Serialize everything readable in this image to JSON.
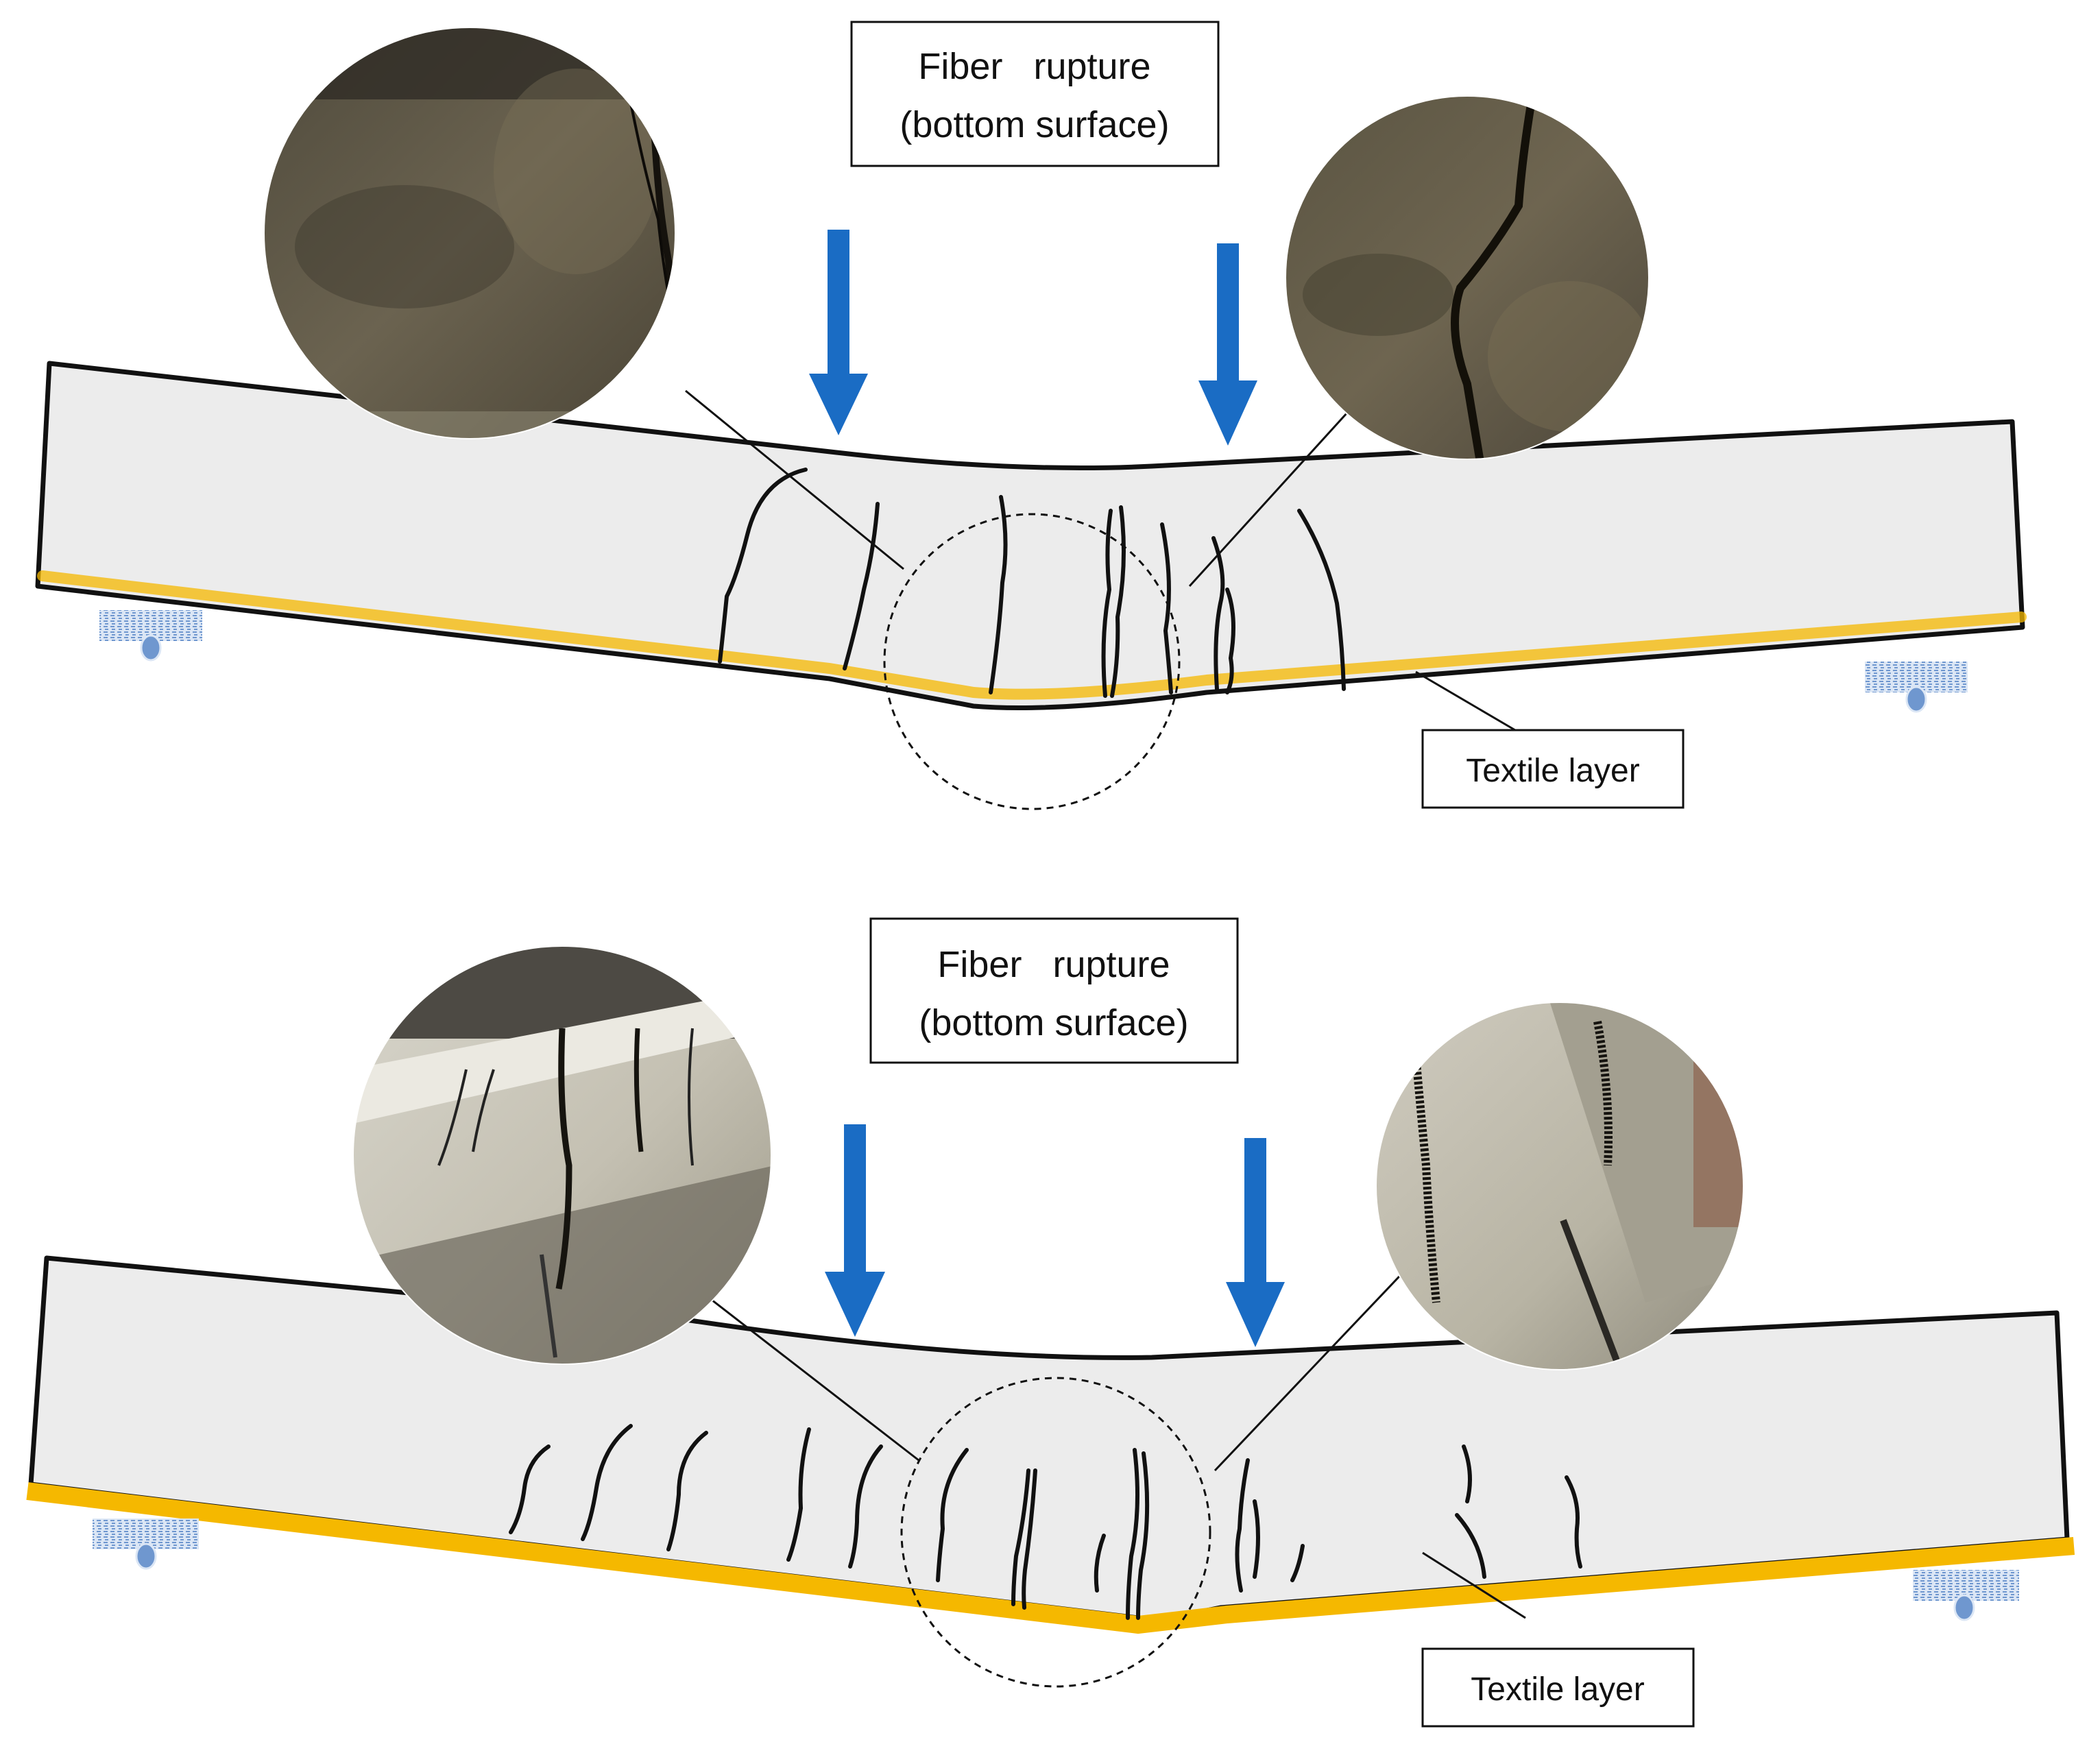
{
  "figure": {
    "panels": [
      {
        "title_line1": "Fiber   rupture",
        "title_line2": "(bottom surface)",
        "textile_label": "Textile layer"
      },
      {
        "title_line1": "Fiber   rupture",
        "title_line2": "(bottom surface)",
        "textile_label": "Textile layer"
      }
    ]
  },
  "colors": {
    "beam_fill": "#ececec",
    "beam_outline": "#111111",
    "textile": "#f5b800",
    "load_arrow": "#1a6cc4",
    "crack": "#111111",
    "support": "#6f97cf"
  },
  "icons": {
    "load": "down-arrow-icon",
    "support": "roller-support-icon",
    "photo": "crack-photo-inset"
  }
}
